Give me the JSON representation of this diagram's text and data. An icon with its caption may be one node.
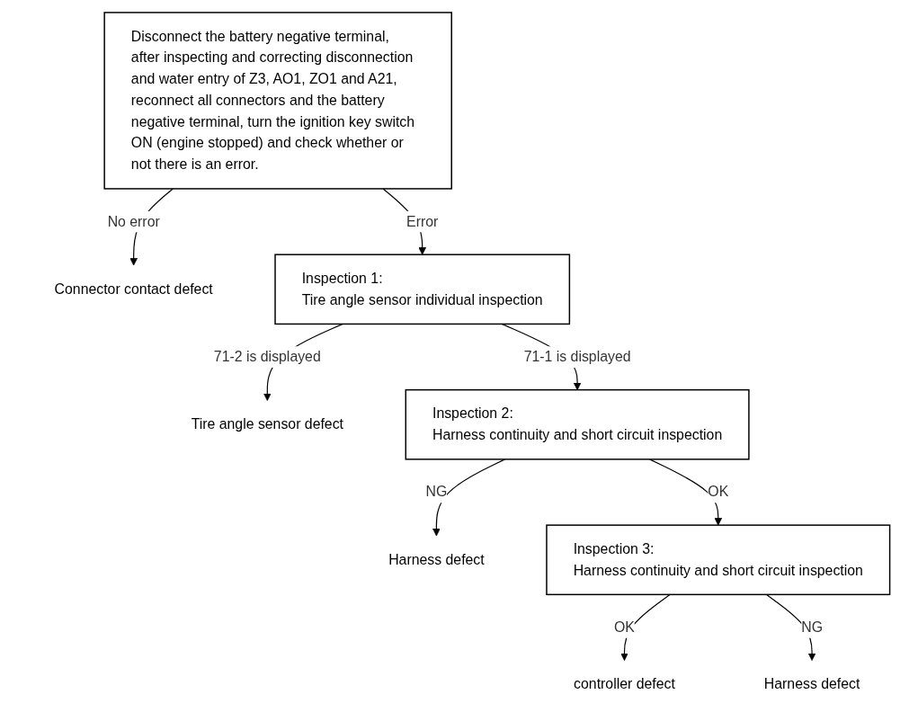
{
  "diagram": {
    "nodes": [
      {
        "text": [
          "Disconnect the battery negative terminal, after inspecting and correcting disconnection and water entry of Z3, AO1, ZO1 and A21, reconnect all connectors and the battery negative terminal, turn the ignition key switch ON (engine stopped) and check whether or not there is an error."
        ]
      },
      {
        "text": [
          "Connector contact defect"
        ]
      },
      {
        "text": [
          "Inspection 1:",
          "Tire angle sensor individual inspection"
        ]
      },
      {
        "text": [
          "Tire angle sensor defect"
        ]
      },
      {
        "text": [
          "Inspection 2:",
          "Harness continuity and short circuit inspection"
        ]
      },
      {
        "text": [
          "Harness defect"
        ]
      },
      {
        "text": [
          "Inspection 3:",
          "Harness continuity and short circuit inspection"
        ]
      },
      {
        "text": [
          "controller defect"
        ]
      },
      {
        "text": [
          "Harness defect"
        ]
      }
    ],
    "edges": [
      {
        "from": 0,
        "to": 1,
        "arrow": "to",
        "label": "No error"
      },
      {
        "from": 0,
        "to": 2,
        "arrow": "to",
        "label": "Error"
      },
      {
        "from": 2,
        "to": 3,
        "arrow": "to",
        "label": "71-2 is displayed"
      },
      {
        "from": 2,
        "to": 4,
        "arrow": "to",
        "label": "71-1 is displayed"
      },
      {
        "from": 4,
        "to": 5,
        "arrow": "to",
        "label": "NG"
      },
      {
        "from": 4,
        "to": 6,
        "arrow": "to",
        "label": "OK"
      },
      {
        "from": 6,
        "to": 7,
        "arrow": "to",
        "label": "OK"
      },
      {
        "from": 6,
        "to": 8,
        "arrow": "to",
        "label": "NG"
      }
    ]
  }
}
